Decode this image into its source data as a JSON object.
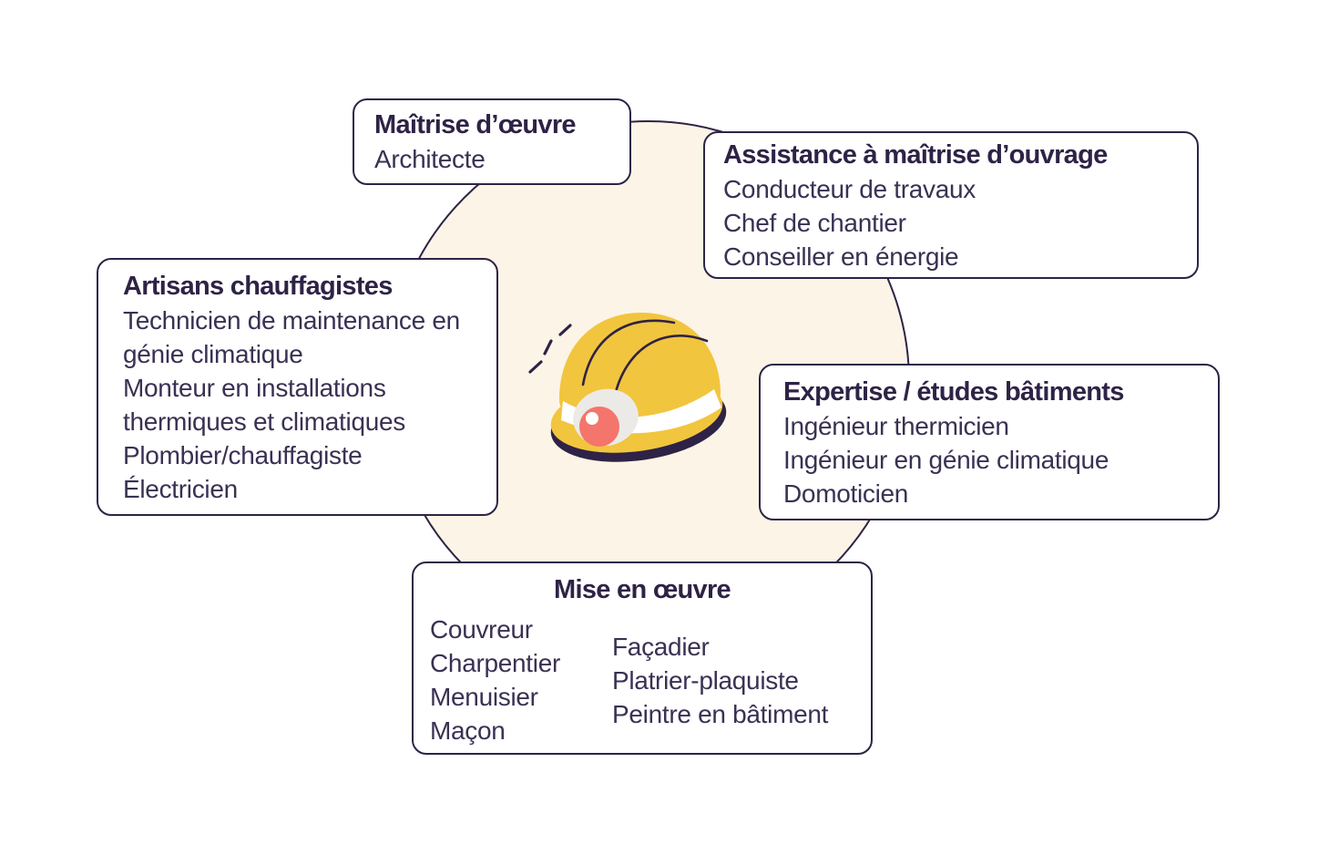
{
  "diagram": {
    "center_icon": "hard-hat-icon",
    "decoration": "sparkle-lines-icon"
  },
  "colors": {
    "ink": "#2e2346",
    "body_ink": "#3a3153",
    "circle_fill": "#fcf4e6",
    "card_fill": "#ffffff",
    "helmet_yellow": "#f2c53e",
    "band_white": "#ffffff",
    "lamp_gray": "#eceae7",
    "lens_salmon": "#f4756c",
    "page_bg": "#ffffff"
  },
  "groups": [
    {
      "title": "Maîtrise d’œuvre",
      "items": [
        "Architecte"
      ]
    },
    {
      "title": "Assistance à maîtrise d’ouvrage",
      "items": [
        "Conducteur de travaux",
        "Chef de chantier",
        "Conseiller en énergie"
      ]
    },
    {
      "title": "Artisans chauffagistes",
      "items": [
        "Technicien de maintenance en génie climatique",
        "Monteur en installations thermiques et climatiques",
        "Plombier/chauffagiste",
        "Électricien"
      ]
    },
    {
      "title": "Expertise / études bâtiments",
      "items": [
        "Ingénieur thermicien",
        "Ingénieur en génie climatique",
        "Domoticien"
      ]
    },
    {
      "title": "Mise en œuvre",
      "columns": [
        [
          "Couvreur",
          "Charpentier",
          "Menuisier",
          "Maçon"
        ],
        [
          "Façadier",
          "Platrier-plaquiste",
          "Peintre en bâtiment"
        ]
      ]
    }
  ]
}
